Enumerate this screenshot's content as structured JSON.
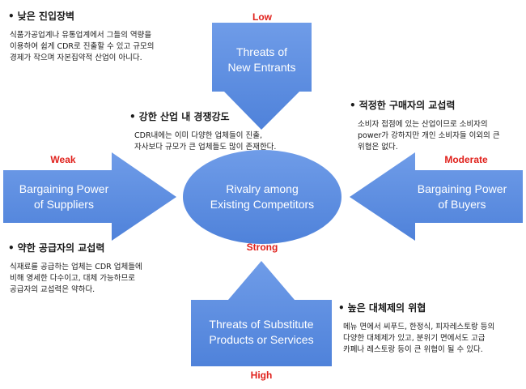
{
  "colors": {
    "shape_fill": "#5b8de2",
    "shape_fill_light": "#6f9ce8",
    "level_text": "#e0201b",
    "body_text": "#1a1a1a"
  },
  "shapes": {
    "center": {
      "label": "Rivalry among\nExisting Competitors",
      "level": "Strong"
    },
    "top": {
      "label": "Threats of\nNew Entrants",
      "level": "Low"
    },
    "left": {
      "label": "Bargaining Power\nof Suppliers",
      "level": "Weak"
    },
    "right": {
      "label": "Bargaining Power\nof Buyers",
      "level": "Moderate"
    },
    "bottom": {
      "label": "Threats of Substitute\nProducts or Services",
      "level": "High"
    }
  },
  "notes": {
    "new_entrants": {
      "bullet": "•",
      "title": "낮은 진입장벽",
      "body": "식품가공업계나 유통업계에서 그들의 역량을\n이용하여 쉽게 CDR로 진출할 수 있고 규모의\n경제가 작으며 자본집약적 산업이 아니다."
    },
    "rivalry": {
      "bullet": "•",
      "title": "강한 산업 내 경쟁강도",
      "body": "CDR내에는 이미 다양한 업체들이 진출,\n자사보다 규모가 큰 업체들도 많이 존재한다."
    },
    "buyers": {
      "bullet": "•",
      "title": "적정한 구매자의 교섭력",
      "body": "소비자 접점에 있는 산업이므로 소비자의\npower가 강하지만 개인 소비자들 이외의 큰\n위협은 없다."
    },
    "suppliers": {
      "bullet": "•",
      "title": "약한 공급자의 교섭력",
      "body": "식재료를 공급하는 업체는 CDR 업체들에\n비해 영세한 다수이고, 대체 가능하므로\n공급자의 교섭력은 약하다."
    },
    "substitutes": {
      "bullet": "•",
      "title": "높은 대체제의 위협",
      "body": "메뉴 면에서 씨푸드, 한정식, 피자레스토랑 등의\n다양한 대체제가 있고, 분위기 면에서도 고급\n카페나 레스토랑 등이 큰 위협이 될 수 있다."
    }
  }
}
